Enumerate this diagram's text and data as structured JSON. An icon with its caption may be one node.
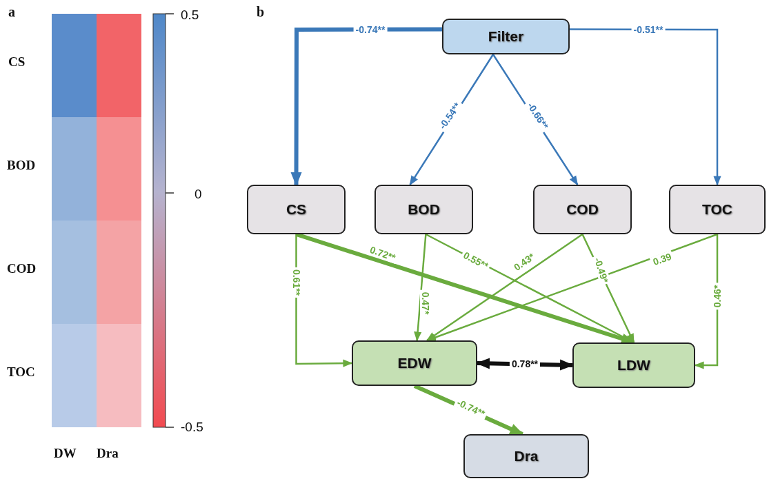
{
  "diagram": {
    "nodes": [
      {
        "text": [
          "Filter"
        ]
      },
      {
        "text": [
          "CS"
        ]
      },
      {
        "text": [
          "BOD"
        ]
      },
      {
        "text": [
          "COD"
        ]
      },
      {
        "text": [
          "TOC"
        ]
      },
      {
        "text": [
          "EDW"
        ]
      },
      {
        "text": [
          "LDW"
        ]
      },
      {
        "text": [
          "Dra"
        ]
      }
    ],
    "edges": [
      {
        "from": 0,
        "to": 1,
        "arrow": "to",
        "label": "-0.74**",
        "style": "thick",
        "color": "#3a78b8"
      },
      {
        "from": 0,
        "to": 2,
        "arrow": "to",
        "label": "-0.54**",
        "color": "#3a78b8"
      },
      {
        "from": 0,
        "to": 3,
        "arrow": "to",
        "label": "-0.66**",
        "color": "#3a78b8"
      },
      {
        "from": 0,
        "to": 4,
        "arrow": "to",
        "label": "-0.51**",
        "color": "#3a78b8"
      },
      {
        "from": 1,
        "to": 5,
        "arrow": "to",
        "label": "0.61**"
      },
      {
        "from": 1,
        "to": 6,
        "arrow": "to",
        "label": "0.72**",
        "style": "thick"
      },
      {
        "from": 2,
        "to": 5,
        "arrow": "to",
        "label": "0.47*"
      },
      {
        "from": 2,
        "to": 6,
        "arrow": "to",
        "label": "0.55**"
      },
      {
        "from": 3,
        "to": 5,
        "arrow": "to",
        "label": "0.43*"
      },
      {
        "from": 3,
        "to": 6,
        "arrow": "to",
        "label": "-0.49*"
      },
      {
        "from": 4,
        "to": 5,
        "arrow": "to",
        "label": "0.39"
      },
      {
        "from": 4,
        "to": 6,
        "arrow": "to",
        "label": "0.46*"
      },
      {
        "from": 5,
        "to": 6,
        "arrow": "both",
        "label": "0.78**",
        "style": "thick",
        "color": "#111111"
      },
      {
        "from": 5,
        "to": 7,
        "arrow": "to",
        "label": "-0.74**",
        "style": "thick"
      }
    ],
    "labels": [
      "a",
      "CS",
      "BOD",
      "COD",
      "TOC",
      "DW",
      "Dra",
      "0.5",
      "0",
      "-0.5",
      "b"
    ]
  }
}
